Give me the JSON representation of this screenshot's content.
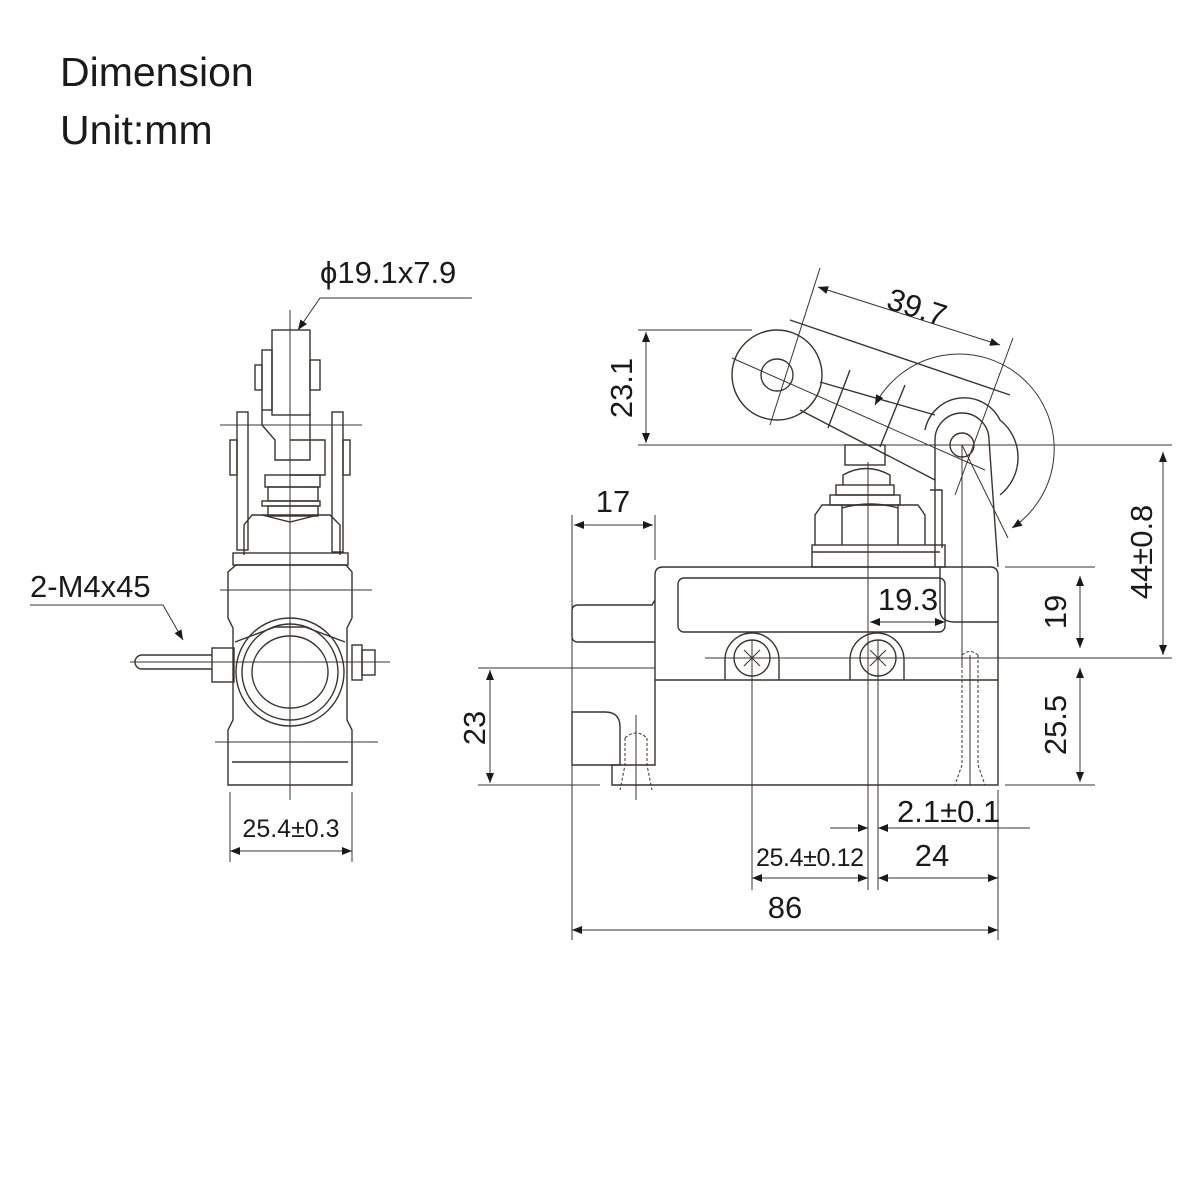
{
  "header": {
    "title": "Dimension",
    "unit": "Unit:mm"
  },
  "side_view": {
    "roller_dim": "ϕ19.1x7.9",
    "screw_dim": "2-M4x45",
    "width_dim": "25.4±0.3"
  },
  "front_view": {
    "lever_length": "39.7",
    "roller_height": "23.1",
    "total_height": "44±0.8",
    "upper_height": "19",
    "lower_height": "25.5",
    "left_height": "23",
    "tab_width": "17",
    "roller_offset": "19.3",
    "plunger_offset": "2.1±0.1",
    "hole_pitch": "25.4±0.12",
    "right_offset": "24",
    "total_length": "86"
  }
}
